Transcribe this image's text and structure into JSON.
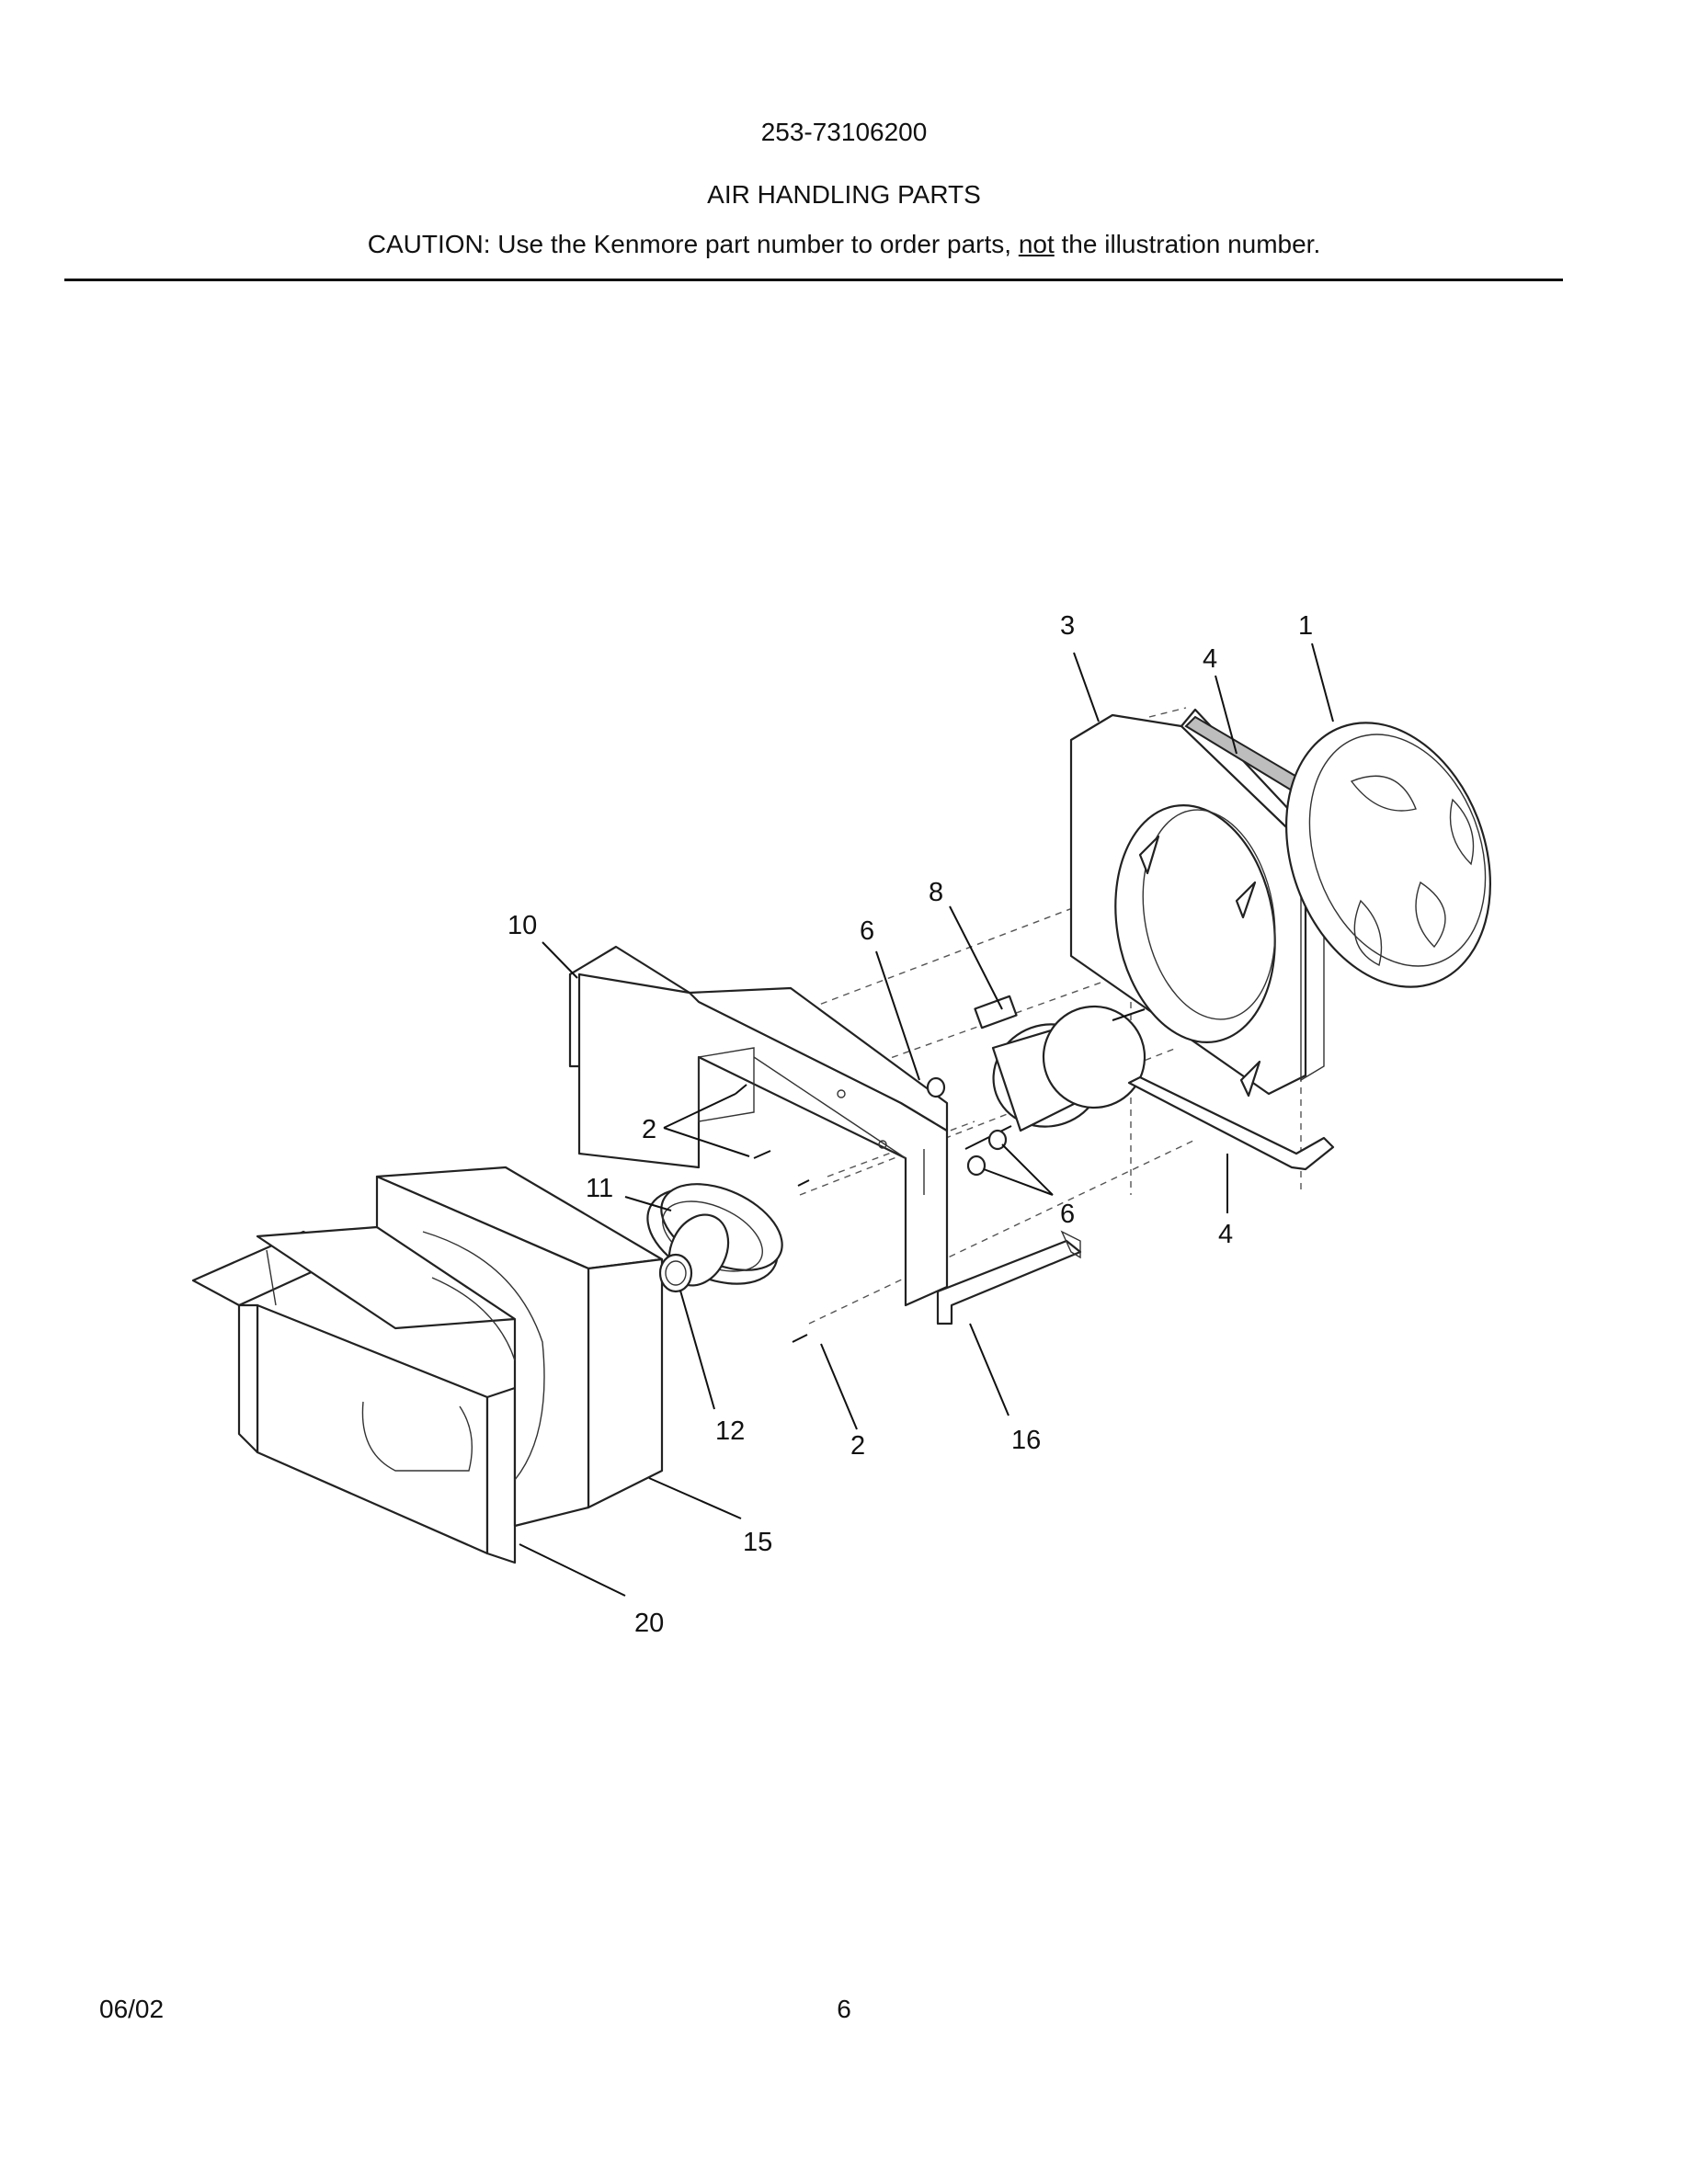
{
  "header": {
    "model_number": "253-73106200",
    "section_title": "AIR HANDLING PARTS",
    "caution_prefix": "CAUTION: Use the Kenmore part number to order parts, ",
    "caution_emphasis": "not",
    "caution_suffix": " the illustration number."
  },
  "callouts": {
    "c3": "3",
    "c1": "1",
    "c4a": "4",
    "c8": "8",
    "c10": "10",
    "c6a": "6",
    "c2a": "2",
    "c11": "11",
    "c6b": "6",
    "c4b": "4",
    "c12": "12",
    "c2b": "2",
    "c16": "16",
    "c15": "15",
    "c20": "20"
  },
  "footer": {
    "date": "06/02",
    "page_number": "6"
  }
}
